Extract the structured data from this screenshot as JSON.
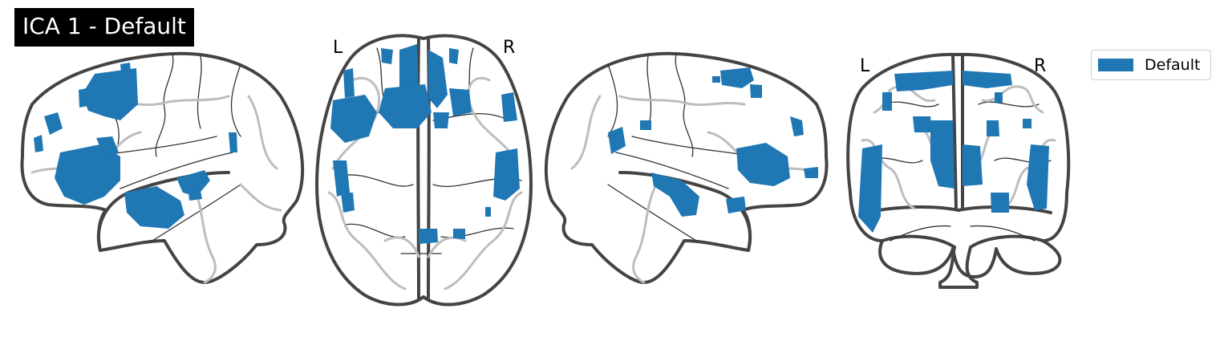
{
  "title": "ICA 1 - Default",
  "colors": {
    "component": "#1f77b4",
    "outline": "#444444",
    "sulci": "#333333",
    "gray_matter": "#bdbdbd"
  },
  "views": {
    "axial": {
      "left_label": "L",
      "right_label": "R"
    },
    "coronal": {
      "left_label": "L",
      "right_label": "R"
    }
  },
  "legend": {
    "label": "Default"
  }
}
